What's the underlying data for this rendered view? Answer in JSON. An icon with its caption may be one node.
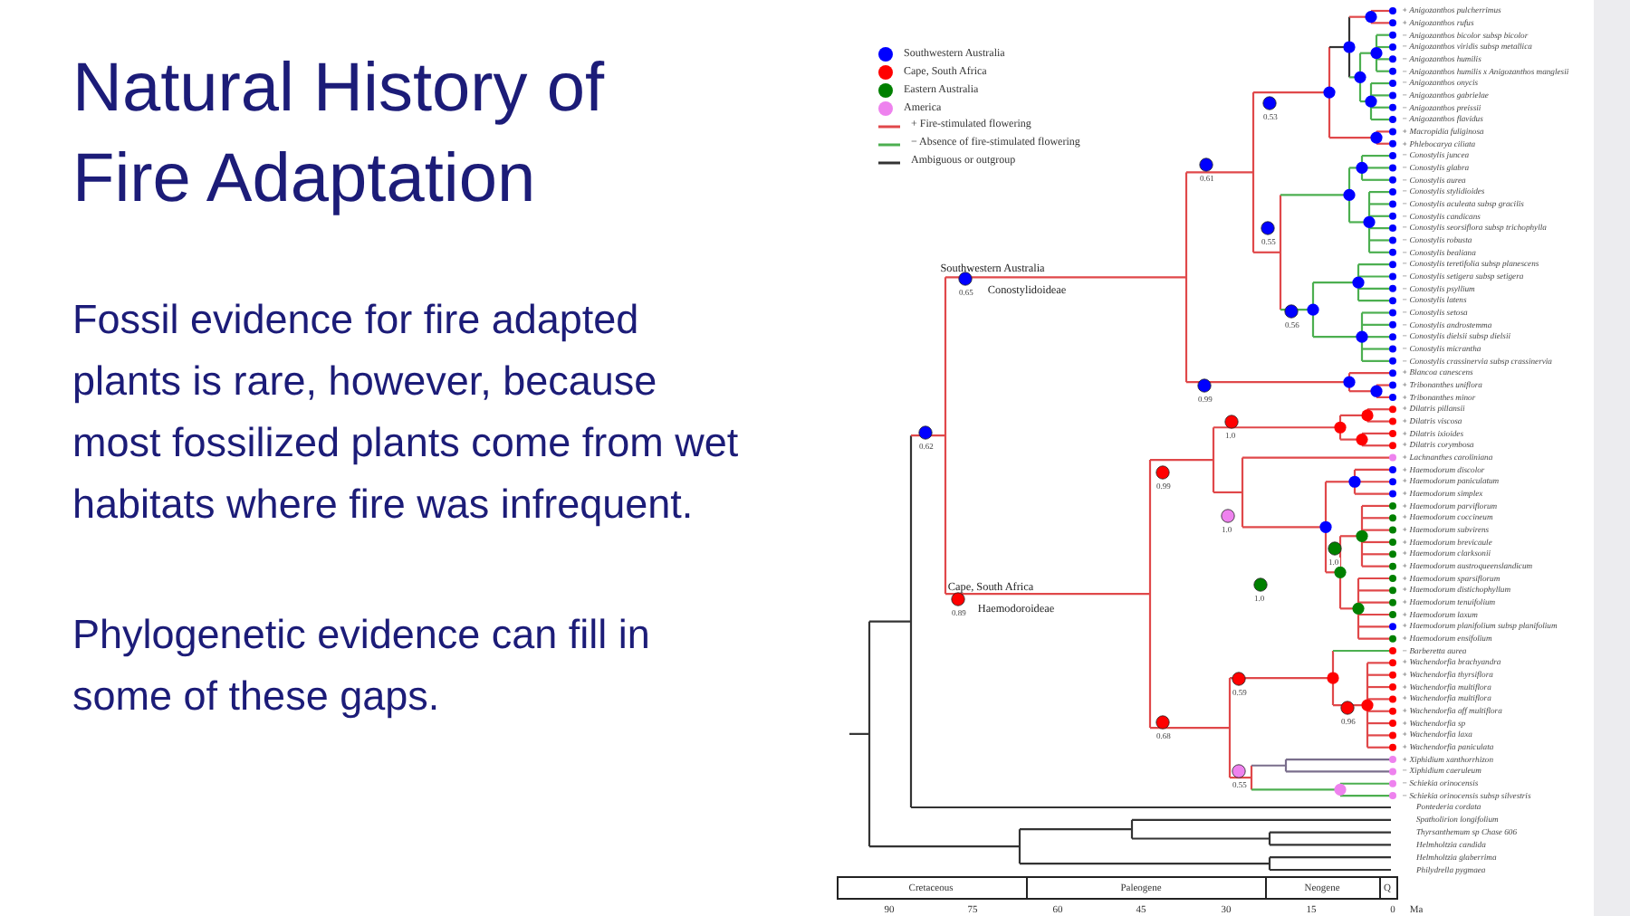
{
  "diagram": {
    "title": "Natural History of Fire Adaptation",
    "labels": [
      "Fossil evidence for fire adapted plants is rare, however, because most fossilized plants come from wet habitats where fire was infrequent.",
      "Phylogenetic evidence can fill in some of these gaps.",
      "Southwestern Australia",
      "Conostylidoideae",
      "Cape, South Africa",
      "Haemodoroideae",
      "0.53",
      "0.61",
      "0.55",
      "0.65",
      "0.56",
      "0.99",
      "1.0",
      "0.62",
      "0.99",
      "1.0",
      "1.0",
      "1.0",
      "0.89",
      "0.59",
      "0.96",
      "0.68",
      "0.55",
      "+ Anigozanthos pulcherrimus",
      "+ Anigozanthos rufus",
      "− Anigozanthos bicolor subsp bicolor",
      "− Anigozanthos viridis subsp metallica",
      "− Anigozanthos humilis",
      "− Anigozanthos humilis x Anigozanthos manglesii",
      "− Anigozanthos onycis",
      "− Anigozanthos gabrielae",
      "− Anigozanthos preissii",
      "− Anigozanthos flavidus",
      "+ Macropidia fuliginosa",
      "+ Phlebocarya ciliata",
      "− Conostylis juncea",
      "− Conostylis glabra",
      "− Conostylis aurea",
      "− Conostylis stylidioides",
      "− Conostylis aculeata subsp gracilis",
      "− Conostylis candicans",
      "− Conostylis seorsiflora subsp trichophylla",
      "− Conostylis robusta",
      "− Conostylis bealiana",
      "− Conostylis teretifolia subsp planescens",
      "− Conostylis setigera subsp setigera",
      "− Conostylis psyllium",
      "− Conostylis latens",
      "− Conostylis setosa",
      "− Conostylis androstemma",
      "− Conostylis dielsii subsp dielsii",
      "− Conostylis micrantha",
      "− Conostylis crassinervia subsp crassinervia",
      "+ Blancoa canescens",
      "+ Tribonanthes uniflora",
      "+ Tribonanthes minor",
      "+ Dilatris pillansii",
      "+ Dilatris viscosa",
      "+ Dilatris ixioides",
      "+ Dilatris corymbosa",
      "+ Lachnanthes caroliniana",
      "+ Haemodorum discolor",
      "+ Haemodorum paniculatum",
      "+ Haemodorum simplex",
      "+ Haemodorum parviflorum",
      "+ Haemodorum coccineum",
      "+ Haemodorum subvirens",
      "+ Haemodorum brevicaule",
      "+ Haemodorum clarksonii",
      "+ Haemodorum austroqueenslandicum",
      "+ Haemodorum sparsiflorum",
      "+ Haemodorum distichophyllum",
      "+ Haemodorum tenuifolium",
      "+ Haemodorum laxum",
      "+ Haemodorum planifolium subsp planifolium",
      "+ Haemodorum ensifolium",
      "− Barberetta aurea",
      "+ Wachendorfia brachyandra",
      "+ Wachendorfia thyrsiflora",
      "+ Wachendorfia multiflora",
      "+ Wachendorfia multiflora",
      "+ Wachendorfia aff multiflora",
      "+ Wachendorfia sp",
      "+ Wachendorfia laxa",
      "+ Wachendorfia paniculata",
      "+ Xiphidium xanthorrhizon",
      "− Xiphidium caeruleum",
      "− Schiekia orinocensis",
      "− Schiekia orinocensis subsp silvestris",
      "Pontederia cordata",
      "Spatholirion longifolium",
      "Thyrsanthemum sp Chase 606",
      "Helmholtzia candida",
      "Helmholtzia glaberrima",
      "Philydrella pygmaea",
      "Cretaceous",
      "Paleogene",
      "Neogene",
      "Q",
      "90",
      "75",
      "60",
      "45",
      "30",
      "15",
      "0",
      "Ma"
    ],
    "legend": [
      {
        "text": "Southwestern Australia",
        "color": "#0000ff"
      },
      {
        "text": "Cape, South Africa",
        "color": "#ff0000"
      },
      {
        "text": "Eastern Australia",
        "color": "#008000"
      },
      {
        "text": "America",
        "color": "#ee82ee"
      },
      {
        "text": "+ Fire-stimulated flowering"
      },
      {
        "text": "− Absence of fire-stimulated flowering"
      },
      {
        "text": "Ambiguous or outgroup"
      }
    ]
  }
}
